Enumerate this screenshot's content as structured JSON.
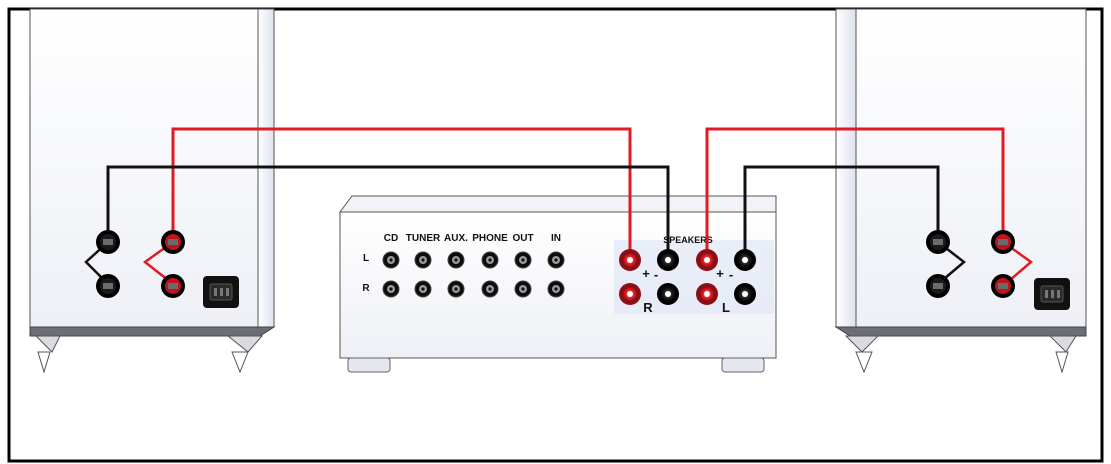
{
  "amplifier": {
    "input_labels": [
      "CD",
      "TUNER",
      "AUX.",
      "PHONE",
      "OUT",
      "IN"
    ],
    "row_labels": [
      "L",
      "R"
    ],
    "speakers_label": "SPEAKERS",
    "channel_right": "R",
    "channel_left": "L",
    "plus": "+",
    "minus": "-"
  },
  "colors": {
    "positive_wire": "#e01b24",
    "negative_wire": "#111111",
    "frame": "#000000"
  }
}
